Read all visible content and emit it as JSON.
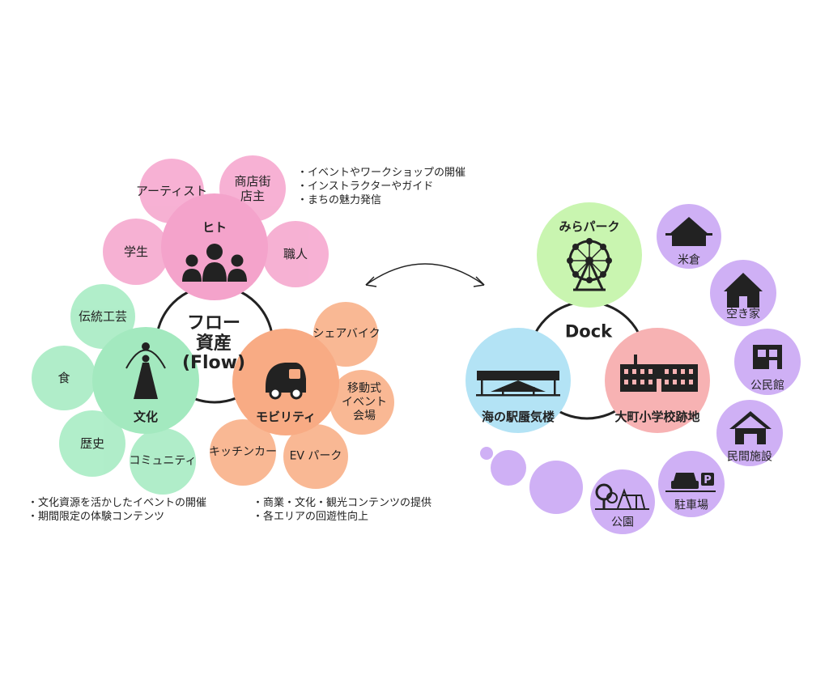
{
  "flow": {
    "title": "フロー\n資産\n(Flow)",
    "hito": {
      "label": "ヒト",
      "satellites": [
        "アーティスト",
        "商店街\n店主",
        "学生",
        "職人"
      ],
      "notes": [
        "・イベントやワークショップの開催",
        "・インストラクターやガイド",
        "・まちの魅力発信"
      ]
    },
    "bunka": {
      "label": "文化",
      "satellites": [
        "伝統工芸",
        "食",
        "歴史",
        "コミュニティ"
      ],
      "notes": [
        "・文化資源を活かしたイベントの開催",
        "・期間限定の体験コンテンツ"
      ]
    },
    "mobility": {
      "label": "モビリティ",
      "satellites": [
        "シェアバイク",
        "移動式\nイベント\n会場",
        "キッチンカー",
        "EV パーク"
      ],
      "notes": [
        "・商業・文化・観光コンテンツの提供",
        "・各エリアの回遊性向上"
      ]
    }
  },
  "dock": {
    "title": "Dock",
    "hubs": [
      "みらパーク",
      "海の駅蜃気楼",
      "大町小学校跡地"
    ],
    "facilities": [
      "米倉",
      "空き家",
      "公民館",
      "民間施設",
      "駐車場",
      "公園"
    ]
  },
  "colors": {
    "pink": "#f6a9cf",
    "green": "#a8ecc4",
    "orange": "#f9b38c",
    "lime": "#c9f5b0",
    "blue": "#b3e3f5",
    "rose": "#f7b2b3",
    "lavender": "#cfb0f5",
    "ink": "#222222"
  },
  "icons": [
    "people-icon",
    "figure-icon",
    "vehicle-icon",
    "ferris-wheel-icon",
    "station-icon",
    "school-icon",
    "storehouse-icon",
    "house-icon",
    "hall-icon",
    "building-icon",
    "parking-icon",
    "park-icon"
  ]
}
